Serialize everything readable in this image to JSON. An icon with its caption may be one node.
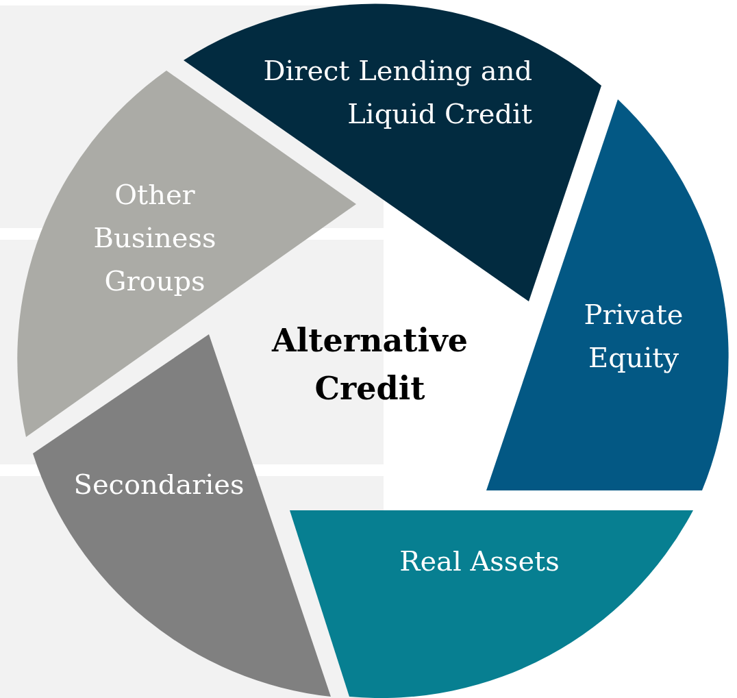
{
  "diagram": {
    "nodes": [
      {
        "text": [
          "Direct Lending and Liquid Credit"
        ]
      },
      {
        "text": [
          "Private Equity"
        ]
      },
      {
        "text": [
          "Real Assets"
        ]
      },
      {
        "text": [
          "Secondaries"
        ]
      },
      {
        "text": [
          "Other Business Groups"
        ]
      },
      {
        "text": [
          "Alternative Credit"
        ]
      }
    ]
  }
}
